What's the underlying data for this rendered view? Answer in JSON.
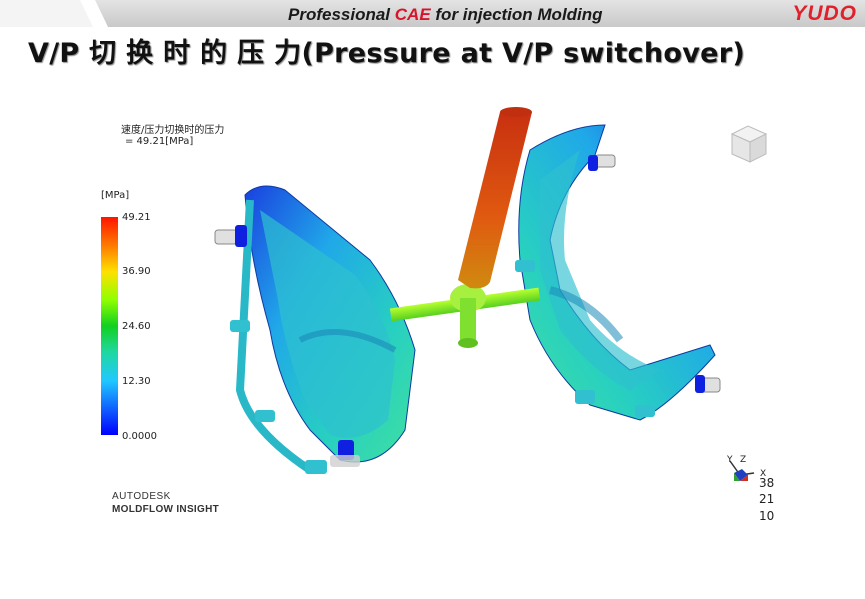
{
  "banner": {
    "prefix": "Professional ",
    "accent": "CAE",
    "suffix": " for injection Molding",
    "logo": "YUDO",
    "accent_color": "#d8142a"
  },
  "title": "V/P 切 换 时 的 压 力(Pressure at V/P switchover)",
  "result": {
    "name": "速度/压力切换时的压力",
    "value": "= 49.21[MPa]"
  },
  "legend": {
    "unit": "[MPa]",
    "ticks": [
      "49.21",
      "36.90",
      "24.60",
      "12.30",
      "0.0000"
    ],
    "max_color": "#ff1400",
    "min_color": "#0000ff"
  },
  "brand": {
    "line1": "AUTODESK",
    "line2": "MOLDFLOW INSIGHT"
  },
  "triad": {
    "y": "Y",
    "x": "X",
    "z": "Z"
  },
  "scale_numbers": [
    "38",
    "21",
    "10"
  ]
}
